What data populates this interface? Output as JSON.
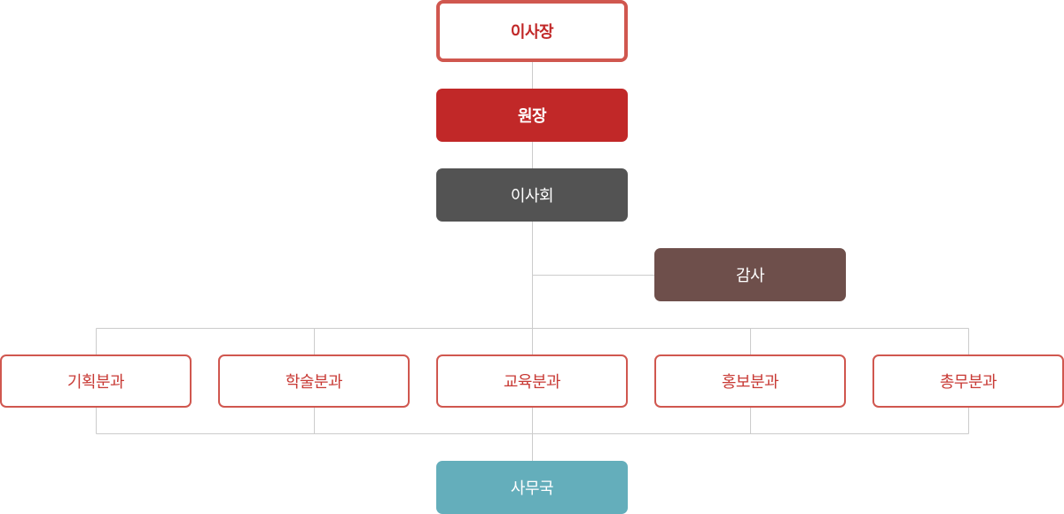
{
  "org_chart": {
    "chair": "이사장",
    "president": "원장",
    "board": "이사회",
    "auditor": "감사",
    "departments": [
      "기획분과",
      "학술분과",
      "교육분과",
      "홍보분과",
      "총무분과"
    ],
    "secretariat": "사무국"
  },
  "colors": {
    "accent_red": "#c12828",
    "border_red": "#d0574f",
    "board_gray": "#535353",
    "auditor_brown": "#6e4f4b",
    "secretariat_teal": "#64aebb",
    "connector_gray": "#cccccc"
  }
}
